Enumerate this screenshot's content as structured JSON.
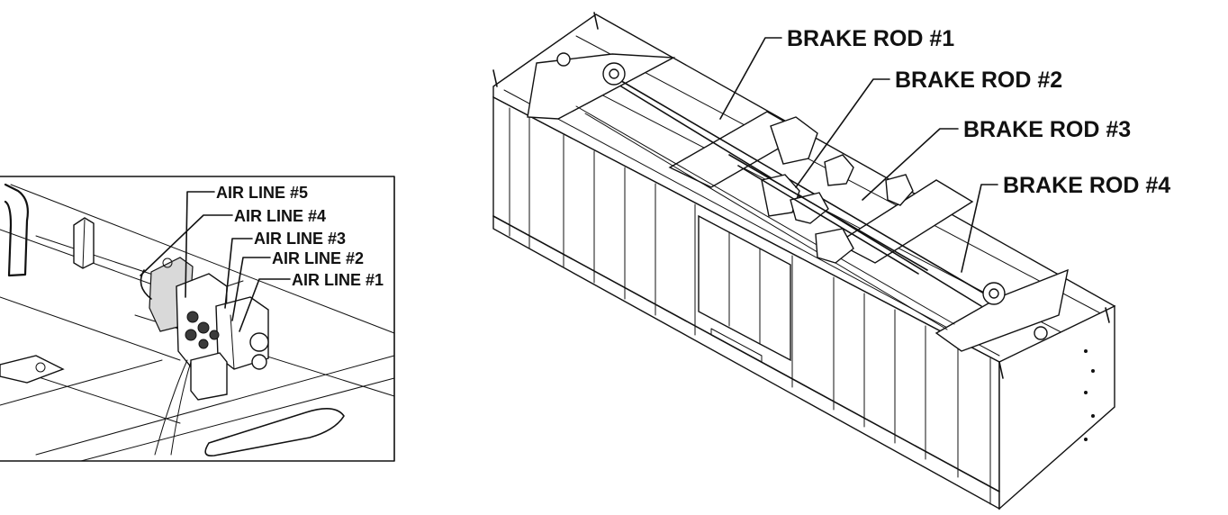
{
  "detail_view": {
    "labels": [
      "AIR LINE #5",
      "AIR LINE #4",
      "AIR LINE #3",
      "AIR LINE #2",
      "AIR LINE #1"
    ]
  },
  "main_view": {
    "labels": [
      "BRAKE ROD #1",
      "BRAKE ROD #2",
      "BRAKE ROD #3",
      "BRAKE ROD #4"
    ]
  },
  "colors": {
    "ink": "#111111",
    "paper": "#ffffff"
  }
}
